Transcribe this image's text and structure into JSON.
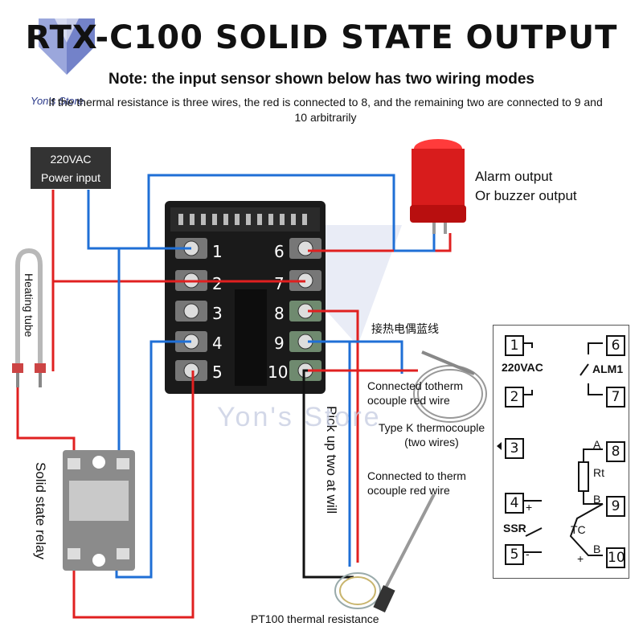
{
  "header": {
    "title": "RTX-C100 SOLID STATE OUTPUT",
    "note": "Note: the input sensor shown below has two wiring modes",
    "note_sub": "If the thermal resistance is three wires, the red is connected to 8, and the remaining two are connected to 9 and 10 arbitrarily"
  },
  "logo": {
    "text": "Yon's Store"
  },
  "labels": {
    "power_input_line1": "220VAC",
    "power_input_line2": "Power input",
    "alarm_line1": "Alarm output",
    "alarm_line2": "Or buzzer output",
    "heating_tube": "Heating tube",
    "solid_state_relay": "Solid state relay",
    "blue_wire_cn": "接热电偶蓝线",
    "connected_red_1": "Connected totherm ocouple red wire",
    "type_k": "Type K thermocouple (two wires)",
    "connected_red_2": "Connected to therm ocouple red wire",
    "pick_up": "Pick up two at will",
    "pt100": "PT100 thermal resistance",
    "watermark": "Yon's Store"
  },
  "terminals": {
    "left": [
      "1",
      "2",
      "3",
      "4",
      "5"
    ],
    "right": [
      "6",
      "7",
      "8",
      "9",
      "10"
    ]
  },
  "legend": {
    "t1": "1",
    "t2": "2",
    "t3": "3",
    "t4": "4",
    "t5": "5",
    "t6": "6",
    "t7": "7",
    "t8": "8",
    "t9": "9",
    "t10": "10",
    "vac": "220VAC",
    "alm": "ALM1",
    "ssr": "SSR",
    "rt": "Rt",
    "tc": "TC",
    "a": "A",
    "b1": "B",
    "b2": "B",
    "plus1": "+",
    "minus": "-",
    "plus2": "+"
  },
  "colors": {
    "red_wire": "#e02020",
    "blue_wire": "#1f6fd6",
    "black_wire": "#111111",
    "watermark": "#c9cfe3"
  }
}
